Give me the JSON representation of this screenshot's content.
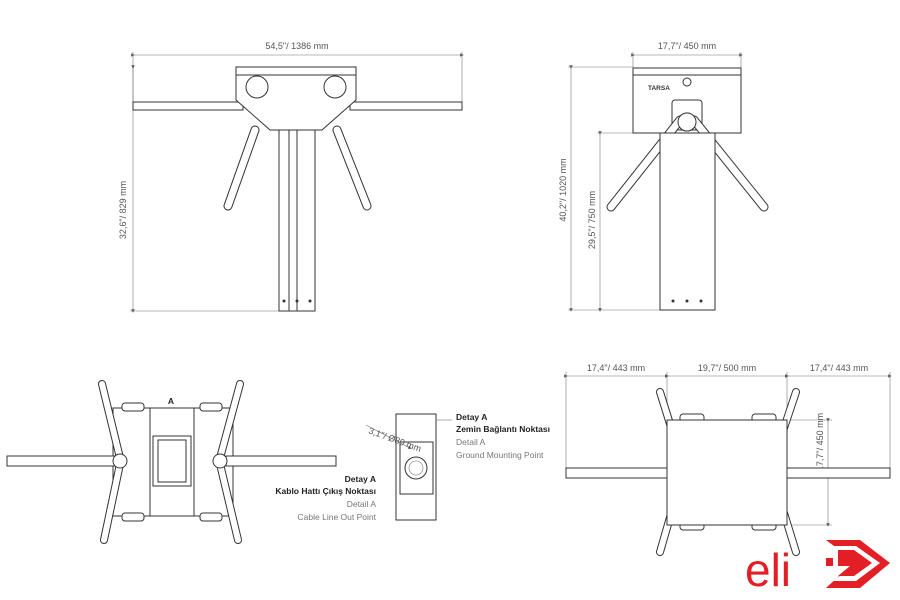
{
  "dimensions": {
    "front_width": "54,5\"/ 1386 mm",
    "front_height": "32,6\"/ 829 mm",
    "side_width": "17,7\"/ 450 mm",
    "side_total_height": "40,2\"/ 1020 mm",
    "side_arm_height": "29,5\"/ 750 mm",
    "top_left": "17,4\"/ 443 mm",
    "top_mid": "19,7\"/ 500 mm",
    "top_right": "17,4\"/ 443 mm",
    "top_depth": "17,7\"/ 450 mm",
    "cable_diameter": "3,1\"/ Ø80 mm"
  },
  "labels": {
    "section_a": "A",
    "brand": "TARSA",
    "detail_ground": [
      "Detay A",
      "Zemin Bağlantı Noktası",
      "Detail A",
      "Ground Mounting Point"
    ],
    "detail_cable": [
      "Detay A",
      "Kablo Hattı Çıkış Noktası",
      "Detail A",
      "Cable Line Out Point"
    ]
  },
  "logo": {
    "text": "eli",
    "color": "#e31e24"
  }
}
